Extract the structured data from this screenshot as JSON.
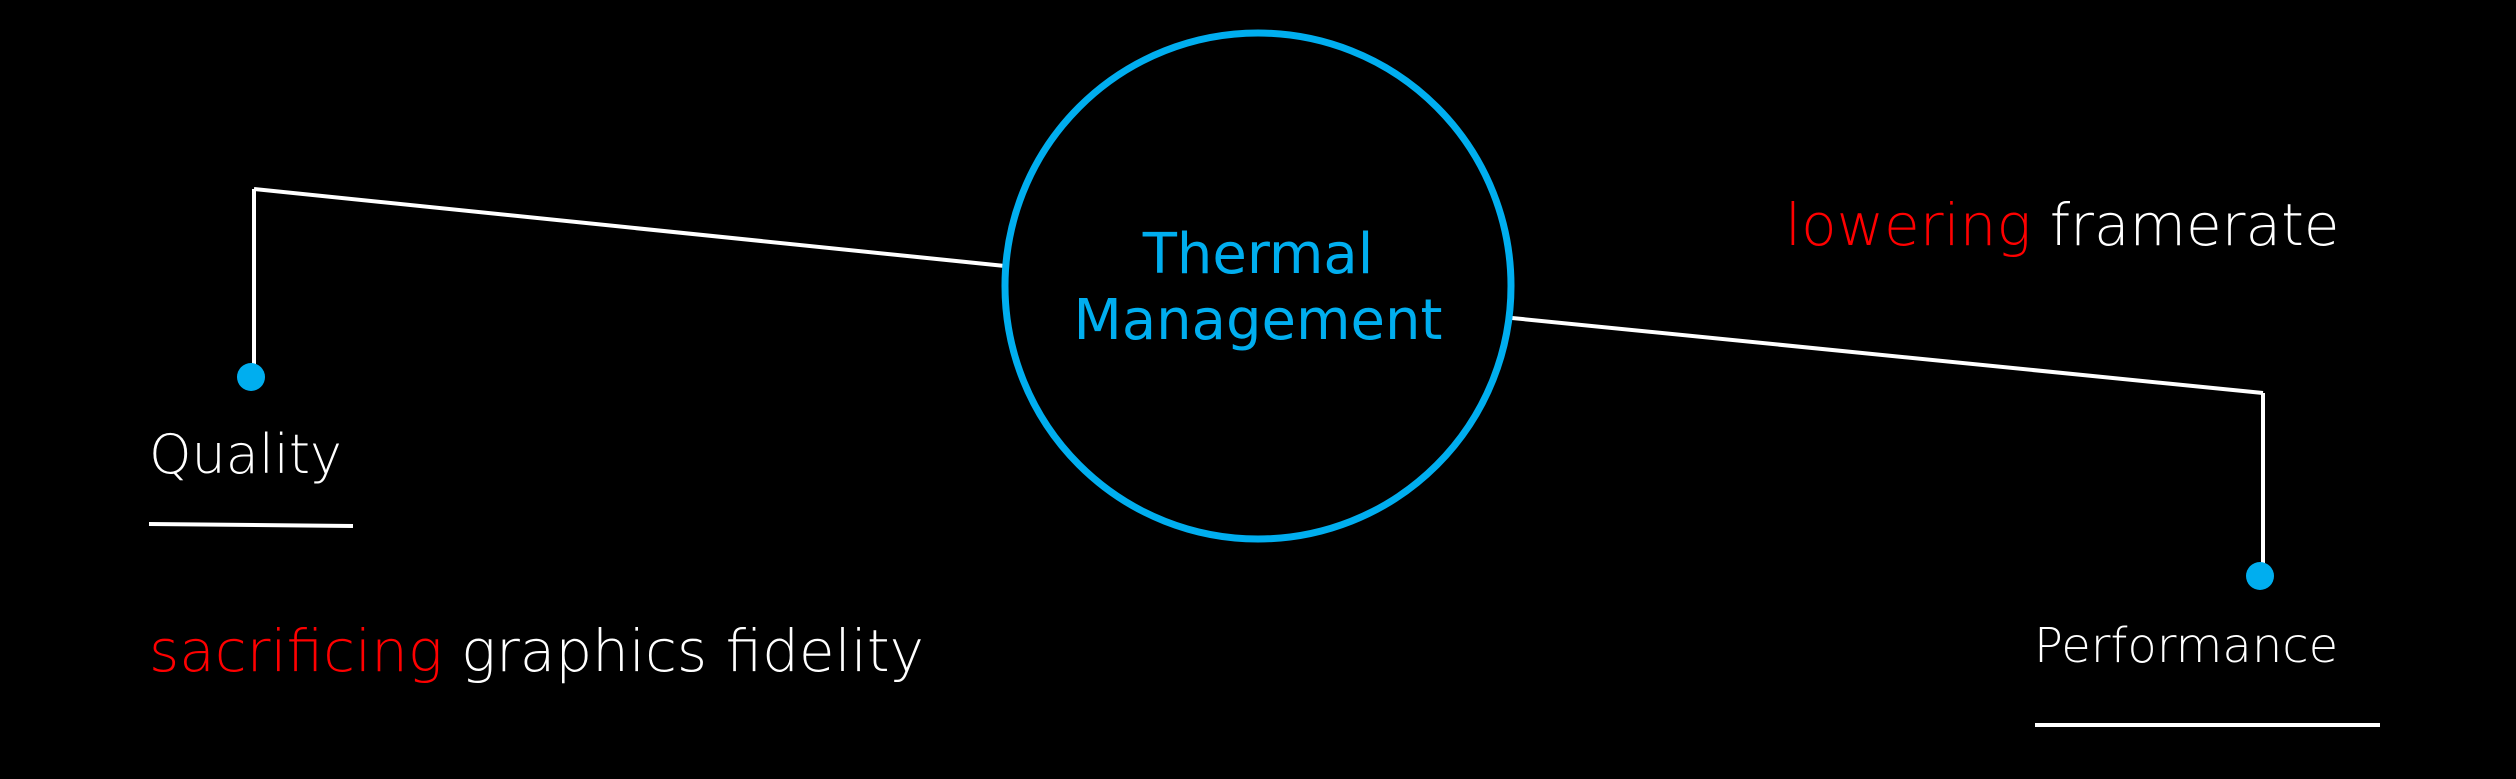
{
  "center": {
    "line1": "Thermal",
    "line2": "Management"
  },
  "left": {
    "label": "Quality",
    "tradeoff_highlight": "sacrificing",
    "tradeoff_rest": "graphics fidelity"
  },
  "right": {
    "label": "Performance",
    "tradeoff_highlight": "lowering",
    "tradeoff_rest": "framerate"
  },
  "colors": {
    "accent": "#00aeef",
    "highlight": "#ff0000",
    "text": "#ffffff",
    "background": "#000000"
  }
}
